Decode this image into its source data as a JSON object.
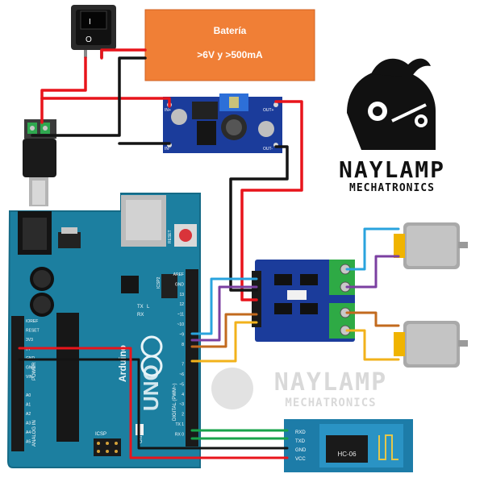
{
  "battery": {
    "title": "Batería",
    "spec": ">6V y >500mA"
  },
  "logo": {
    "line1": "NAYLAMP",
    "line2": "MECHATRONICS"
  },
  "watermark": {
    "line1": "NAYLAMP",
    "line2": "MECHATRONICS"
  },
  "buck": {
    "out_plus": "OUT+",
    "out_minus": "OUT-",
    "in_plus": "IN+",
    "in_minus": "IN-"
  },
  "arduino": {
    "brand": "Arduino",
    "model": "UNO",
    "reset_label": "RESET",
    "icsp2_label": "ICSP2",
    "icsp_label": "ICSP",
    "on_label": "ON",
    "tx_label": "TX",
    "rx_label": "RX",
    "l_label": "L",
    "digital_label": "DIGITAL (PWM~)",
    "power_label": "POWER",
    "analog_label": "ANALOG IN",
    "left_pins": [
      "IOREF",
      "RESET",
      "3V3",
      "5V",
      "GND",
      "GND",
      "VIN",
      "",
      "A0",
      "A1",
      "A2",
      "A3",
      "A4",
      "A5"
    ],
    "right_pins": [
      "AREF",
      "GND",
      "13",
      "12",
      "~11",
      "~10",
      "~9",
      "8",
      "",
      "7",
      "~6",
      "~5",
      "4",
      "~3",
      "2",
      "TX 1",
      "RX 0"
    ]
  },
  "hc06": {
    "chip_label": "HC-06",
    "pins": [
      "RXD",
      "TXD",
      "GND",
      "VCC"
    ]
  },
  "colors": {
    "battery_fill": "#f07f36",
    "wire_red": "#e8141b",
    "wire_black": "#141414",
    "wire_blue": "#29a3de",
    "wire_purple": "#7b3fa1",
    "wire_brown": "#c26a1e",
    "wire_yellow": "#f2b21b",
    "wire_green": "#17a34a",
    "arduino_board": "#1c7fa0",
    "driver_board": "#1b3c9b",
    "hc06_board": "#1d7ca8"
  }
}
